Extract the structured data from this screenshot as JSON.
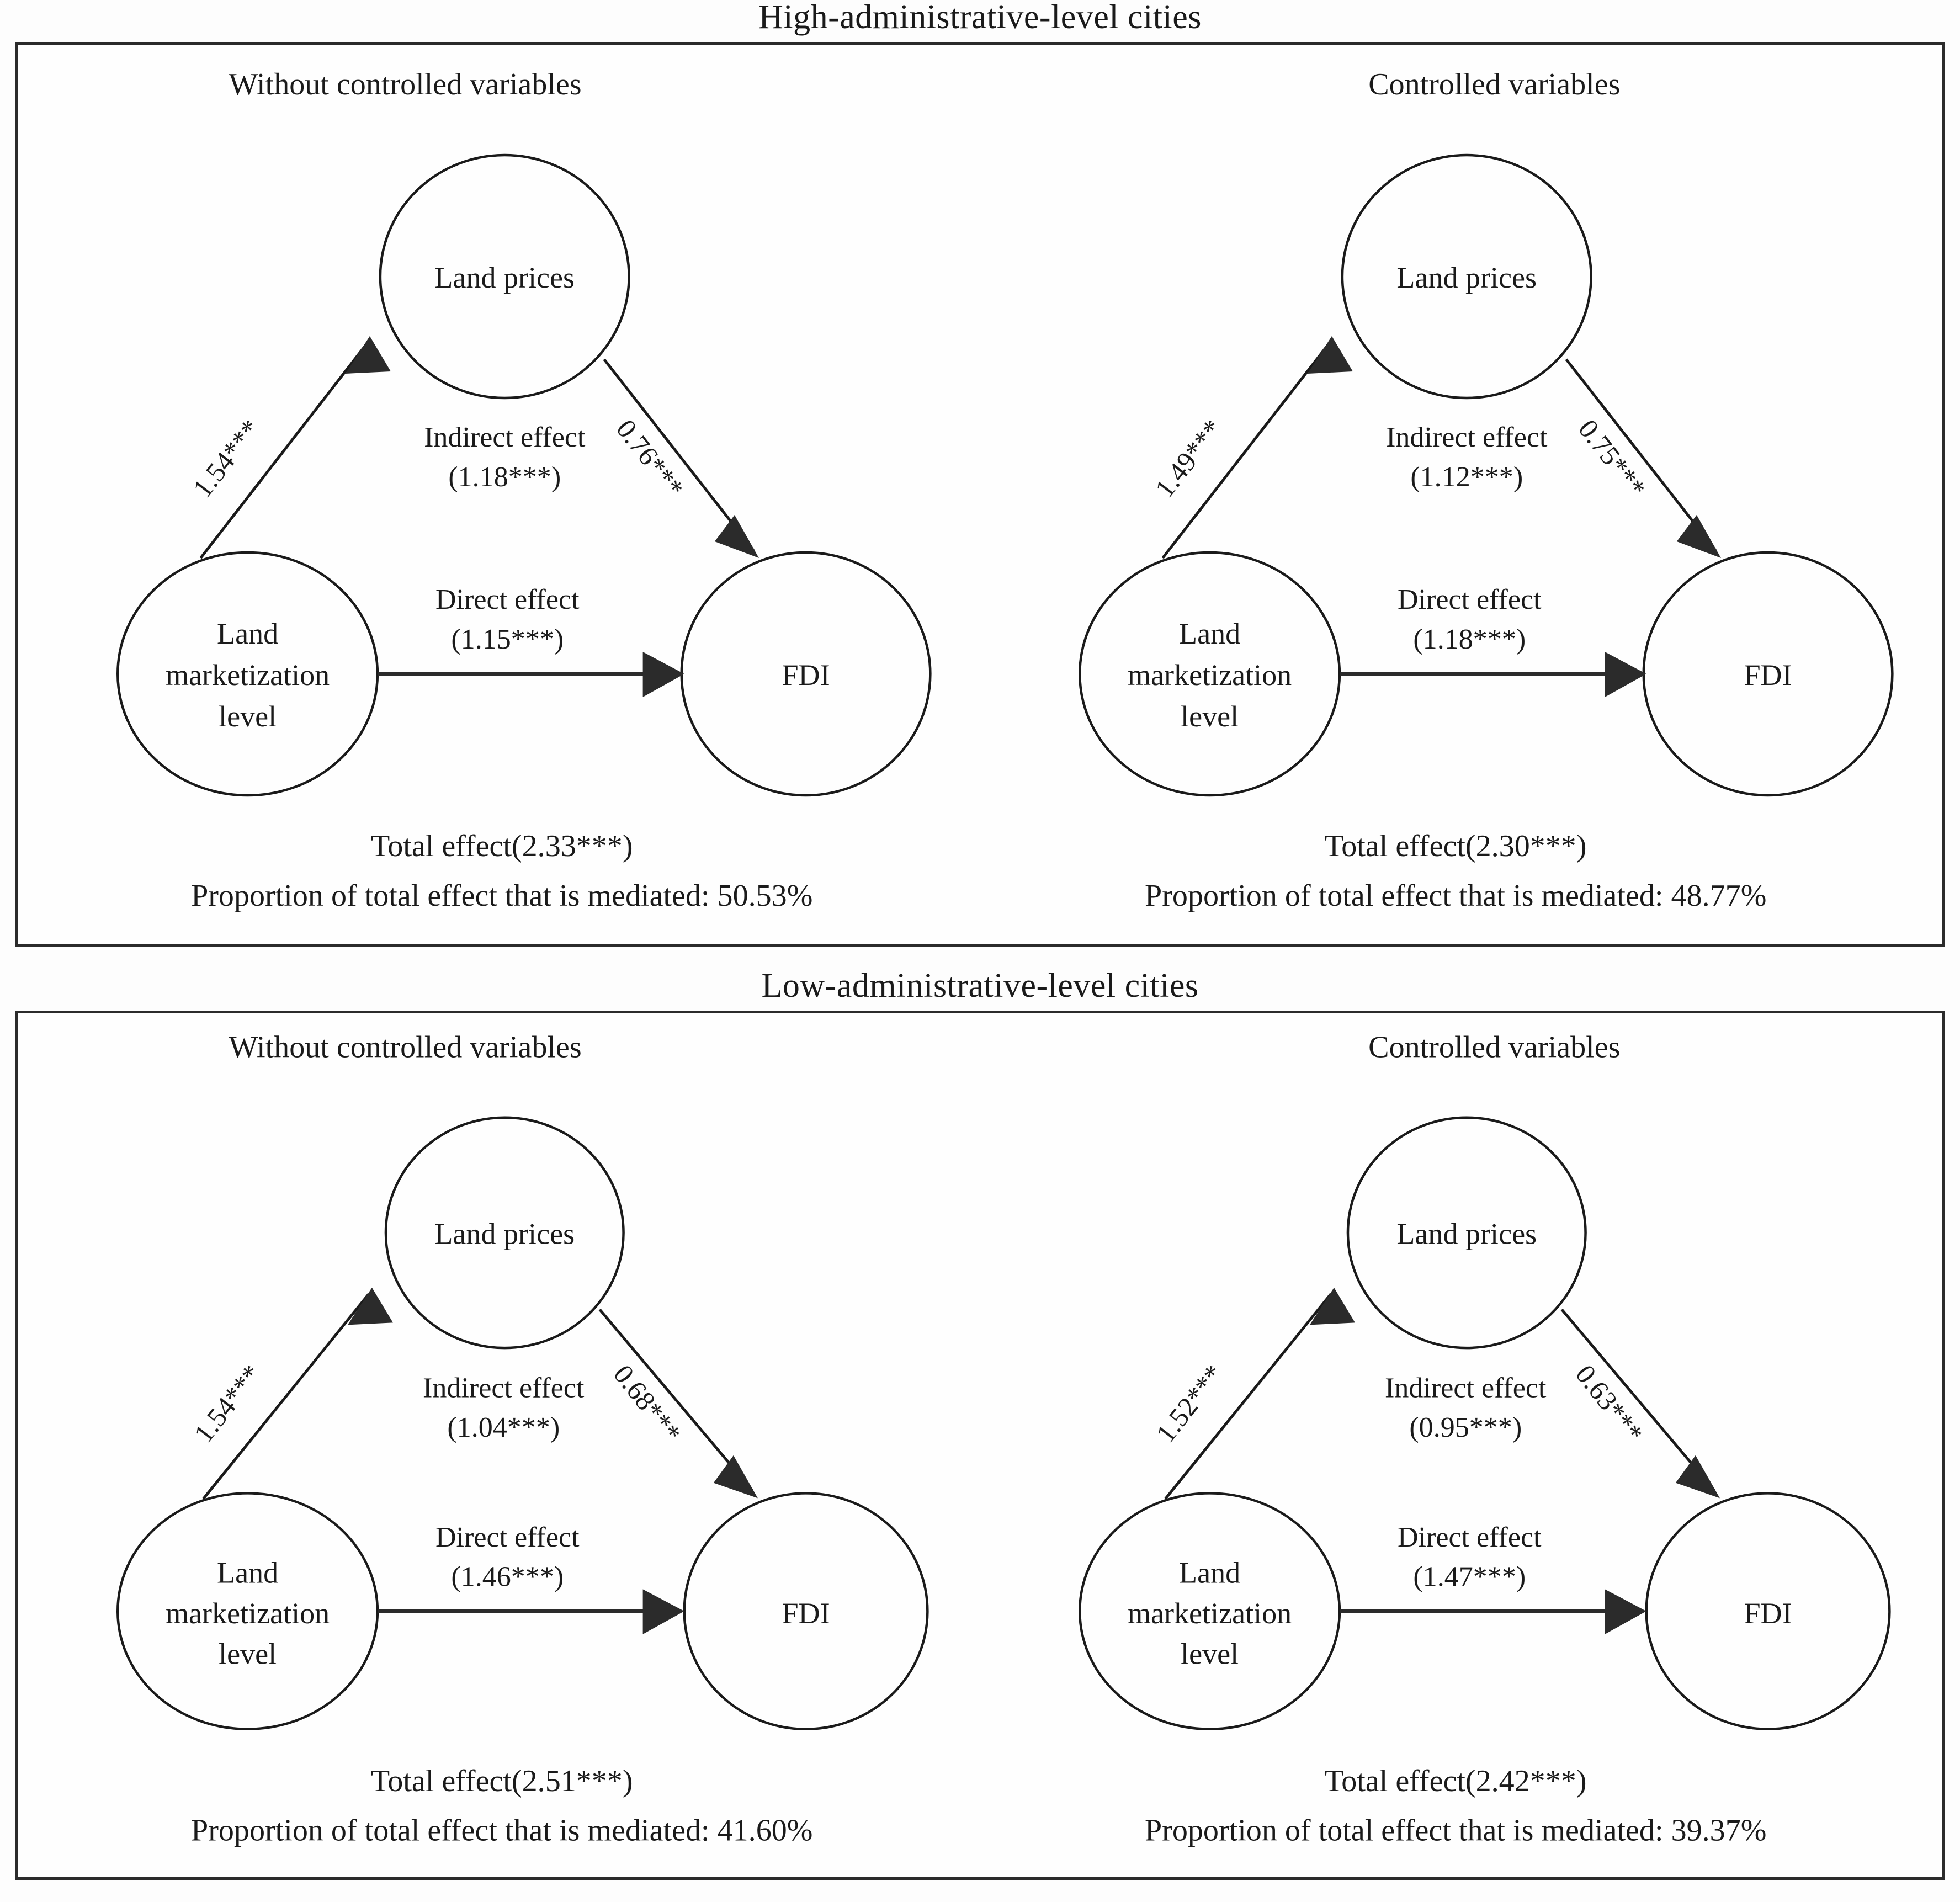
{
  "figure": {
    "sections": [
      {
        "title": "High-administrative-level cities",
        "panels": [
          {
            "subtitle": "Without controlled variables",
            "nodes": {
              "mediator": "Land  prices",
              "predictor_line1": "Land",
              "predictor_line2": "marketization",
              "predictor_line3": "level",
              "outcome": "FDI"
            },
            "paths": {
              "a_label": "1.54***",
              "b_label": "0.76***",
              "indirect_title": "Indirect effect",
              "indirect_value": "(1.18***)",
              "direct_title": "Direct effect",
              "direct_value": "(1.15***)"
            },
            "footer": {
              "total": "Total effect(2.33***)",
              "proportion": "Proportion of total effect that is mediated: 50.53%"
            }
          },
          {
            "subtitle": "Controlled variables",
            "nodes": {
              "mediator": "Land  prices",
              "predictor_line1": "Land",
              "predictor_line2": "marketization",
              "predictor_line3": "level",
              "outcome": "FDI"
            },
            "paths": {
              "a_label": "1.49***",
              "b_label": "0.75***",
              "indirect_title": "Indirect effect",
              "indirect_value": "(1.12***)",
              "direct_title": "Direct effect",
              "direct_value": "(1.18***)"
            },
            "footer": {
              "total": "Total effect(2.30***)",
              "proportion": "Proportion of total effect that is mediated: 48.77%"
            }
          }
        ]
      },
      {
        "title": "Low-administrative-level cities",
        "panels": [
          {
            "subtitle": "Without controlled variables",
            "nodes": {
              "mediator": "Land  prices",
              "predictor_line1": "Land",
              "predictor_line2": "marketization",
              "predictor_line3": "level",
              "outcome": "FDI"
            },
            "paths": {
              "a_label": "1.54***",
              "b_label": "0.68***",
              "indirect_title": "Indirect effect",
              "indirect_value": "(1.04***)",
              "direct_title": "Direct effect",
              "direct_value": "(1.46***)"
            },
            "footer": {
              "total": "Total effect(2.51***)",
              "proportion": "Proportion of total effect that is mediated: 41.60%"
            }
          },
          {
            "subtitle": "Controlled variables",
            "nodes": {
              "mediator": "Land  prices",
              "predictor_line1": "Land",
              "predictor_line2": "marketization",
              "predictor_line3": "level",
              "outcome": "FDI"
            },
            "paths": {
              "a_label": "1.52***",
              "b_label": "0.63***",
              "indirect_title": "Indirect effect",
              "indirect_value": "(0.95***)",
              "direct_title": "Direct effect",
              "direct_value": "(1.47***)"
            },
            "footer": {
              "total": "Total effect(2.42***)",
              "proportion": "Proportion of total effect that is mediated: 39.37%"
            }
          }
        ]
      }
    ]
  },
  "chart_data": {
    "type": "diagram",
    "title": "Mediation analysis of land marketization level on FDI via land prices",
    "models": [
      {
        "group": "High-administrative-level cities",
        "specification": "Without controlled variables",
        "a_path": 1.54,
        "b_path": 0.76,
        "indirect_effect": 1.18,
        "direct_effect": 1.15,
        "total_effect": 2.33,
        "proportion_mediated_pct": 50.53,
        "significance": "***"
      },
      {
        "group": "High-administrative-level cities",
        "specification": "Controlled variables",
        "a_path": 1.49,
        "b_path": 0.75,
        "indirect_effect": 1.12,
        "direct_effect": 1.18,
        "total_effect": 2.3,
        "proportion_mediated_pct": 48.77,
        "significance": "***"
      },
      {
        "group": "Low-administrative-level cities",
        "specification": "Without controlled variables",
        "a_path": 1.54,
        "b_path": 0.68,
        "indirect_effect": 1.04,
        "direct_effect": 1.46,
        "total_effect": 2.51,
        "proportion_mediated_pct": 41.6,
        "significance": "***"
      },
      {
        "group": "Low-administrative-level cities",
        "specification": "Controlled variables",
        "a_path": 1.52,
        "b_path": 0.63,
        "indirect_effect": 0.95,
        "direct_effect": 1.47,
        "total_effect": 2.42,
        "proportion_mediated_pct": 39.37,
        "significance": "***"
      }
    ]
  }
}
